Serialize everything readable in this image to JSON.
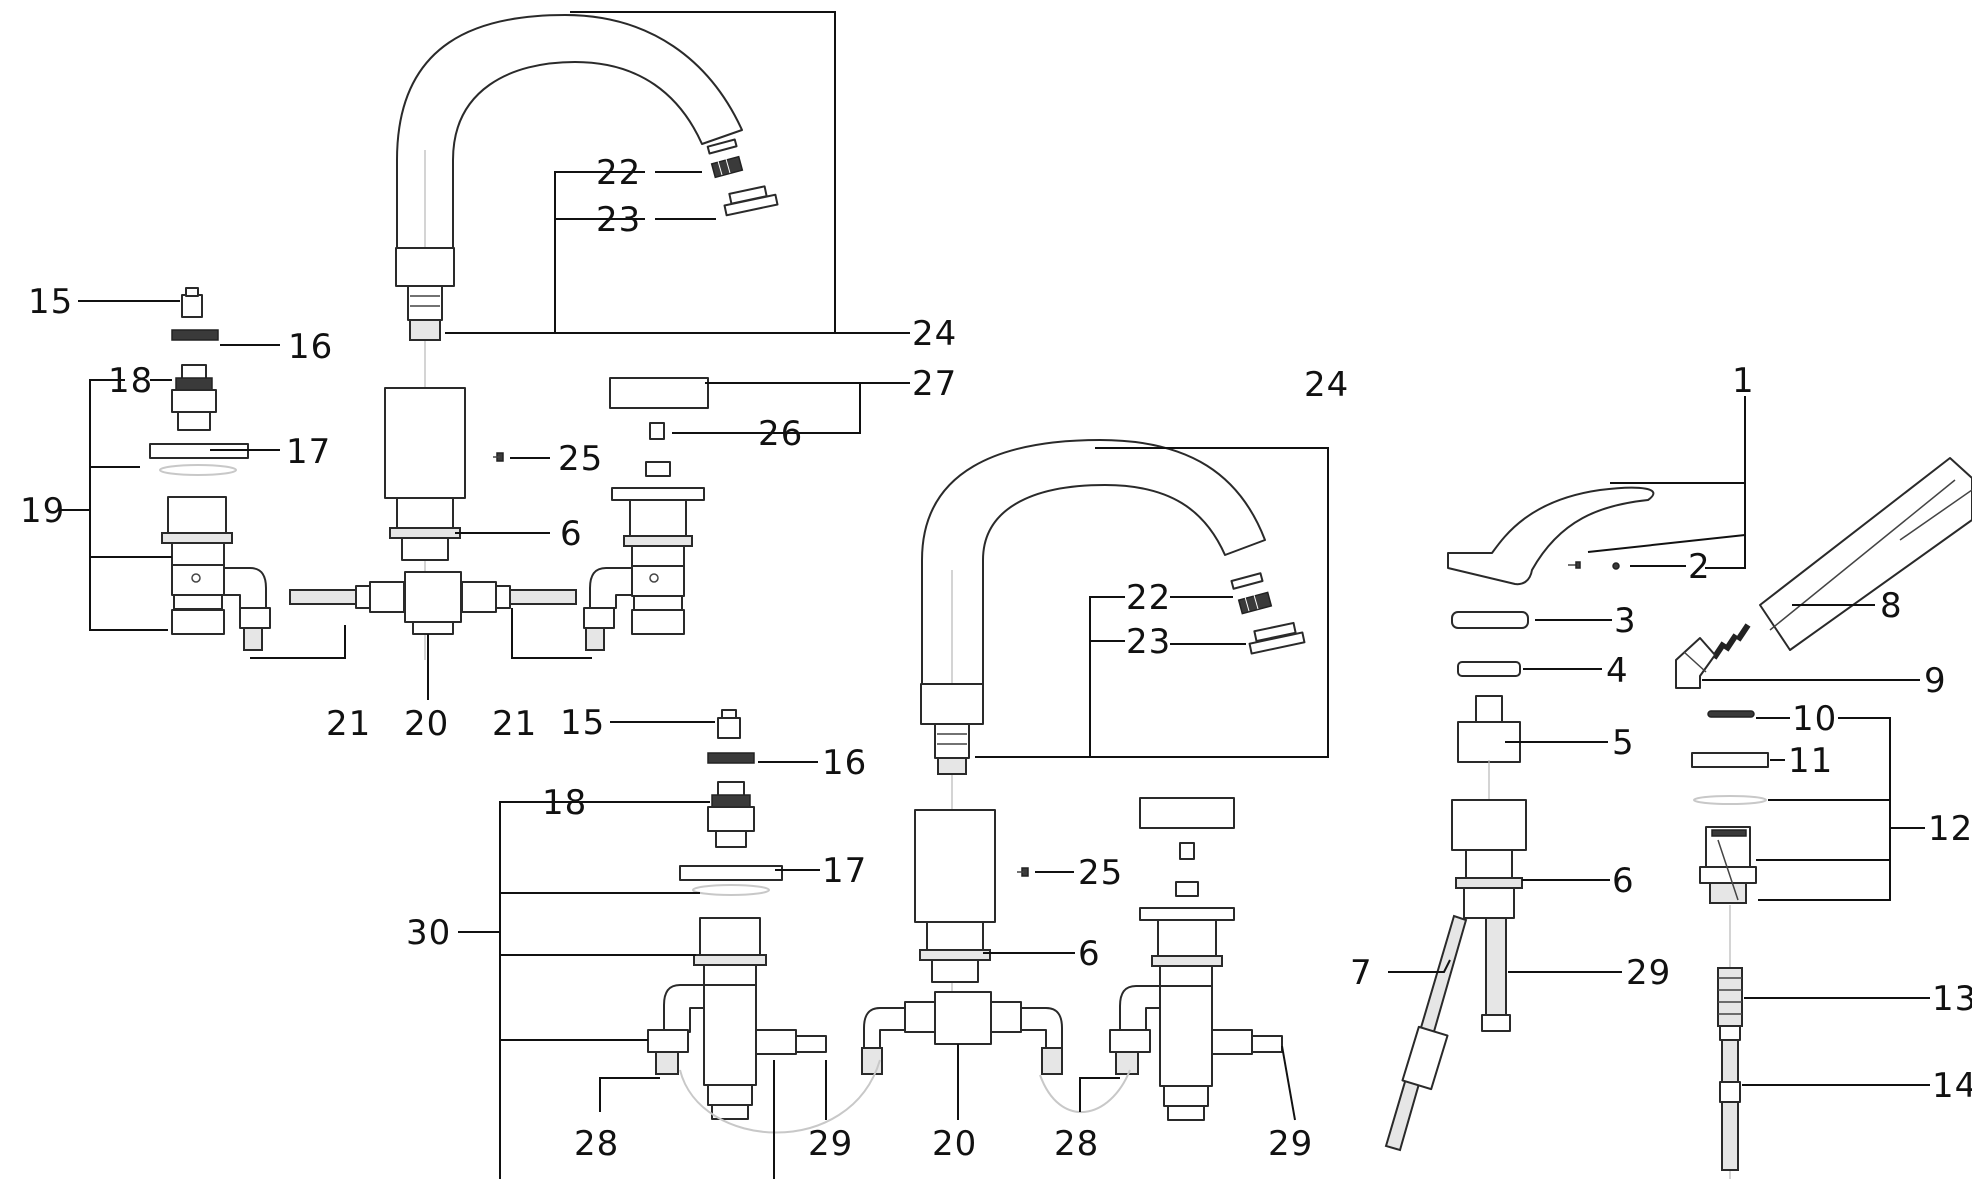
{
  "callouts": [
    {
      "id": "a-15",
      "text": "15"
    },
    {
      "id": "a-16",
      "text": "16"
    },
    {
      "id": "a-18",
      "text": "18"
    },
    {
      "id": "a-17",
      "text": "17"
    },
    {
      "id": "a-19",
      "text": "19"
    },
    {
      "id": "a-22",
      "text": "22"
    },
    {
      "id": "a-23",
      "text": "23"
    },
    {
      "id": "a-24",
      "text": "24"
    },
    {
      "id": "a-27",
      "text": "27"
    },
    {
      "id": "a-26",
      "text": "26"
    },
    {
      "id": "a-25",
      "text": "25"
    },
    {
      "id": "a-6",
      "text": "6"
    },
    {
      "id": "a-21l",
      "text": "21"
    },
    {
      "id": "a-20",
      "text": "20"
    },
    {
      "id": "a-21r",
      "text": "21"
    },
    {
      "id": "b-15",
      "text": "15"
    },
    {
      "id": "b-16",
      "text": "16"
    },
    {
      "id": "b-18",
      "text": "18"
    },
    {
      "id": "b-17",
      "text": "17"
    },
    {
      "id": "b-30",
      "text": "30"
    },
    {
      "id": "b-28l",
      "text": "28"
    },
    {
      "id": "b-29l",
      "text": "29"
    },
    {
      "id": "b-20",
      "text": "20"
    },
    {
      "id": "b-28r",
      "text": "28"
    },
    {
      "id": "b-29r",
      "text": "29"
    },
    {
      "id": "b-24",
      "text": "24"
    },
    {
      "id": "b-22",
      "text": "22"
    },
    {
      "id": "b-23",
      "text": "23"
    },
    {
      "id": "b-25",
      "text": "25"
    },
    {
      "id": "b-6",
      "text": "6"
    },
    {
      "id": "c-1",
      "text": "1"
    },
    {
      "id": "c-2",
      "text": "2"
    },
    {
      "id": "c-3",
      "text": "3"
    },
    {
      "id": "c-4",
      "text": "4"
    },
    {
      "id": "c-5",
      "text": "5"
    },
    {
      "id": "c-6",
      "text": "6"
    },
    {
      "id": "c-7",
      "text": "7"
    },
    {
      "id": "c-29",
      "text": "29"
    },
    {
      "id": "c-8",
      "text": "8"
    },
    {
      "id": "c-9",
      "text": "9"
    },
    {
      "id": "c-10",
      "text": "10"
    },
    {
      "id": "c-11",
      "text": "11"
    },
    {
      "id": "c-12",
      "text": "12"
    },
    {
      "id": "c-13",
      "text": "13"
    },
    {
      "id": "c-14",
      "text": "14"
    }
  ]
}
